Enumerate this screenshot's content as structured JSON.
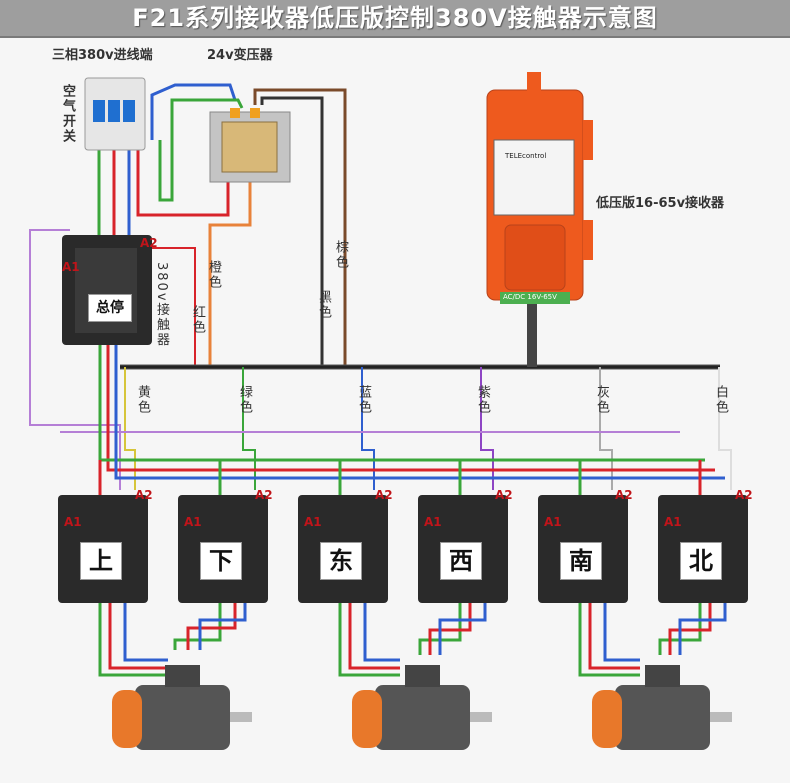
{
  "title": "F21系列接收器低压版控制380V接触器示意图",
  "labels": {
    "input_terminal": "三相380v进线端",
    "transformer": "24v变压器",
    "air_switch": "空气开关",
    "receiver": "低压版16-65v接收器",
    "main_contactor": "380v接触器",
    "receiver_face_brand": "TELEcontrol",
    "receiver_face_voltage": "AC/DC 16V-65V"
  },
  "wires": {
    "orange": "橙色",
    "red": "红色",
    "brown": "棕色",
    "black": "黑色",
    "yellow": "黄色",
    "green": "绿色",
    "blue": "蓝色",
    "purple": "紫色",
    "gray": "灰色",
    "white": "白色"
  },
  "terminals": {
    "a1": "A1",
    "a2": "A2"
  },
  "main_contactor_label": "总停",
  "contactors": [
    {
      "label": "上"
    },
    {
      "label": "下"
    },
    {
      "label": "东"
    },
    {
      "label": "西"
    },
    {
      "label": "南"
    },
    {
      "label": "北"
    }
  ],
  "colors": {
    "wire_red": "#d8232a",
    "wire_green": "#3aa63a",
    "wire_blue": "#2f5fcf",
    "wire_purple": "#b57fd6",
    "wire_orange": "#e8823a",
    "wire_brown": "#7a4a2a",
    "receiver_orange": "#ee5a1e",
    "motor_orange": "#e8782a"
  }
}
